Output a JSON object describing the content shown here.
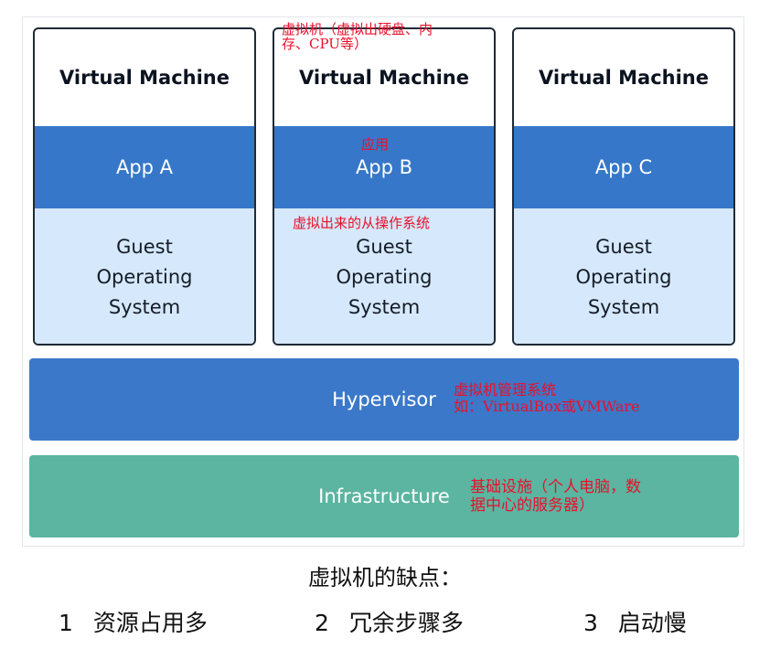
{
  "vms": [
    {
      "title": "Virtual Machine",
      "app": "App A",
      "guest_os": "Guest\nOperating\nSystem"
    },
    {
      "title": "Virtual Machine",
      "app": "App B",
      "guest_os": "Guest\nOperating\nSystem"
    },
    {
      "title": "Virtual Machine",
      "app": "App C",
      "guest_os": "Guest\nOperating\nSystem"
    }
  ],
  "hypervisor_label": "Hypervisor",
  "infrastructure_label": "Infrastructure",
  "annotations": {
    "vm": "虚拟机（虚拟出硬盘、内\n存、CPU等）",
    "app": "应用",
    "guest_os": "虚拟出来的从操作系统",
    "hypervisor": "虚拟机管理系统\n如：VirtualBox或VMWare",
    "infrastructure": "基础设施（个人电脑，数\n据中心的服务器）"
  },
  "caption": "虚拟机的缺点：",
  "drawbacks": [
    {
      "num": "1",
      "text": "资源占用多"
    },
    {
      "num": "2",
      "text": "冗余步骤多"
    },
    {
      "num": "3",
      "text": "启动慢"
    }
  ],
  "colors": {
    "app_blue": "#3677c9",
    "guest_light_blue": "#d6e8fb",
    "hypervisor_blue": "#3b78c9",
    "infrastructure_green": "#5bb5a1",
    "annotation_red": "#e8102a"
  }
}
